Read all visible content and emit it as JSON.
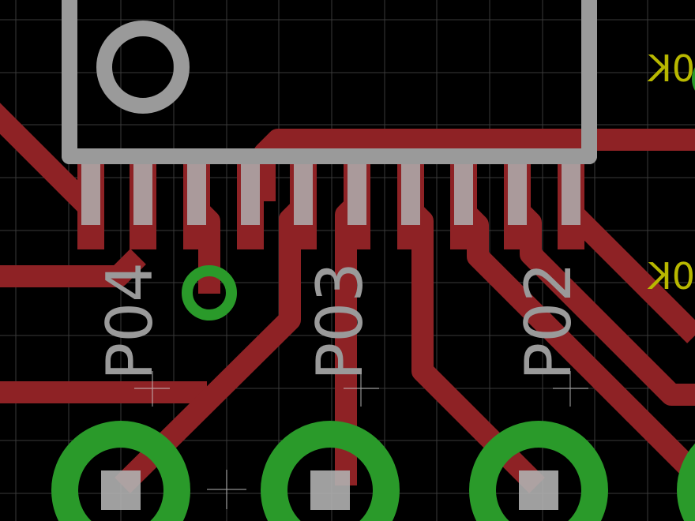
{
  "view": {
    "background": "#000000",
    "grid_color": "#3a3a3a",
    "colors": {
      "top_copper": "#8e2225",
      "silkscreen": "#9a9a9a",
      "via_pad": "#2a9a2a",
      "smd_pad": "#b0b0b0",
      "edge_label_a": "#b8b800",
      "edge_label_b": "#d06000"
    }
  },
  "labels": {
    "p04": "P04",
    "p03": "P03",
    "p02": "P02",
    "edge_top": "0K",
    "edge_mid": "0K"
  },
  "components": {
    "ic_package": "ic-outline",
    "pin1_marker": "pin-one-circle",
    "headers": [
      "P04",
      "P03",
      "P02"
    ]
  }
}
